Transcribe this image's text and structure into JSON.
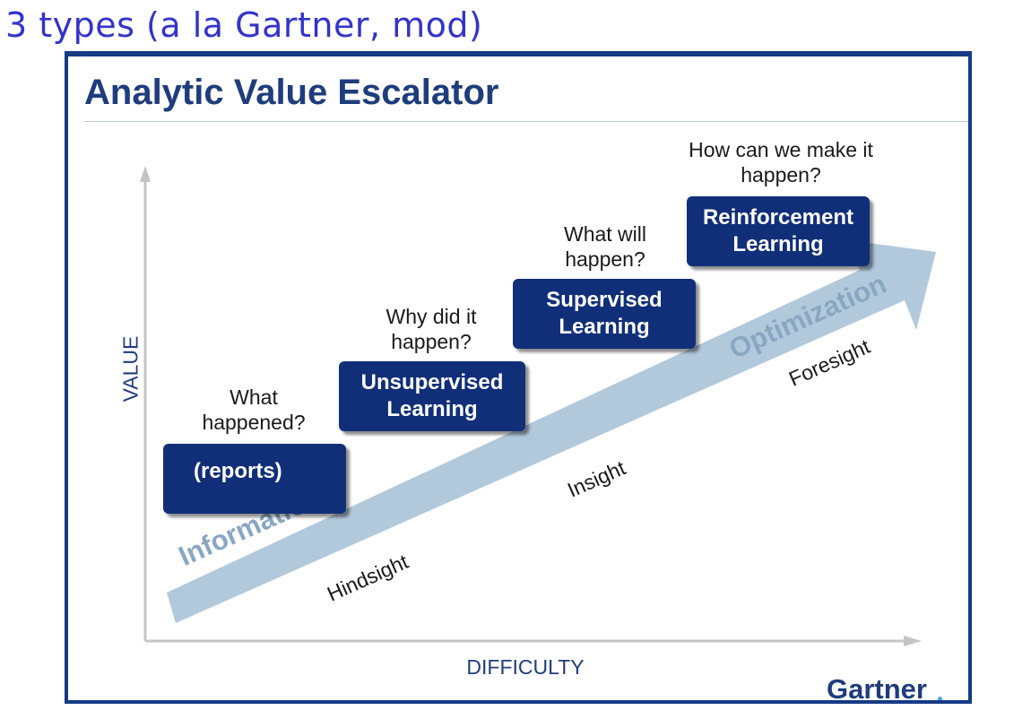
{
  "slide": {
    "title": "3 types (a la Gartner, mod)"
  },
  "figure": {
    "title": "Analytic Value Escalator",
    "y_axis_label": "VALUE",
    "x_axis_label": "DIFFICULTY",
    "arrow_band": {
      "start_word": "Information",
      "end_word": "Optimization"
    },
    "stage_words": [
      "Hindsight",
      "Insight",
      "Foresight"
    ],
    "steps": [
      {
        "question": "What happened?",
        "label": "(reports)"
      },
      {
        "question": "Why did it happen?",
        "label": "Unsupervised Learning"
      },
      {
        "question": "What will happen?",
        "label": "Supervised Learning"
      },
      {
        "question": "How can we make it happen?",
        "label": "Reinforcement Learning"
      }
    ],
    "brand": "Gartner",
    "colors": {
      "step_fill": "#112f79",
      "title": "#1f3d7d",
      "arrow_band": "#b2c9dc",
      "band_text": "#8aa7c2",
      "slide_title": "#3333cc",
      "frame_border": "#153a86"
    }
  }
}
